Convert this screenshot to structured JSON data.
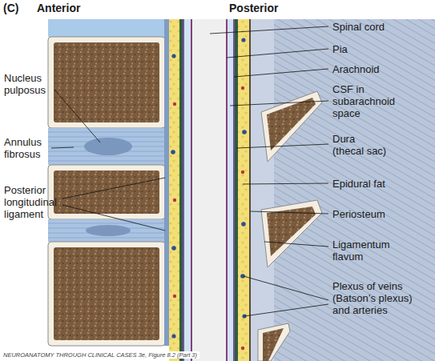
{
  "diagram": {
    "caption": "NEUROANATOMY THROUGH CLINICAL CASES 3e, Figure 8.2 (Part 3)",
    "labels": [
      "(C)",
      "Anterior",
      "Posterior",
      "Spinal cord",
      "Pia",
      "Nucleus pulposus",
      "Arachnoid",
      "Annulus fibrosus",
      "CSF in subarachnoid space",
      "Dura (thecal sac)",
      "Posterior longitudinal ligament",
      "Epidural fat",
      "Periosteum",
      "Ligamentum flavum",
      "Plexus of veins (Batson’s plexus) and arteries"
    ]
  }
}
